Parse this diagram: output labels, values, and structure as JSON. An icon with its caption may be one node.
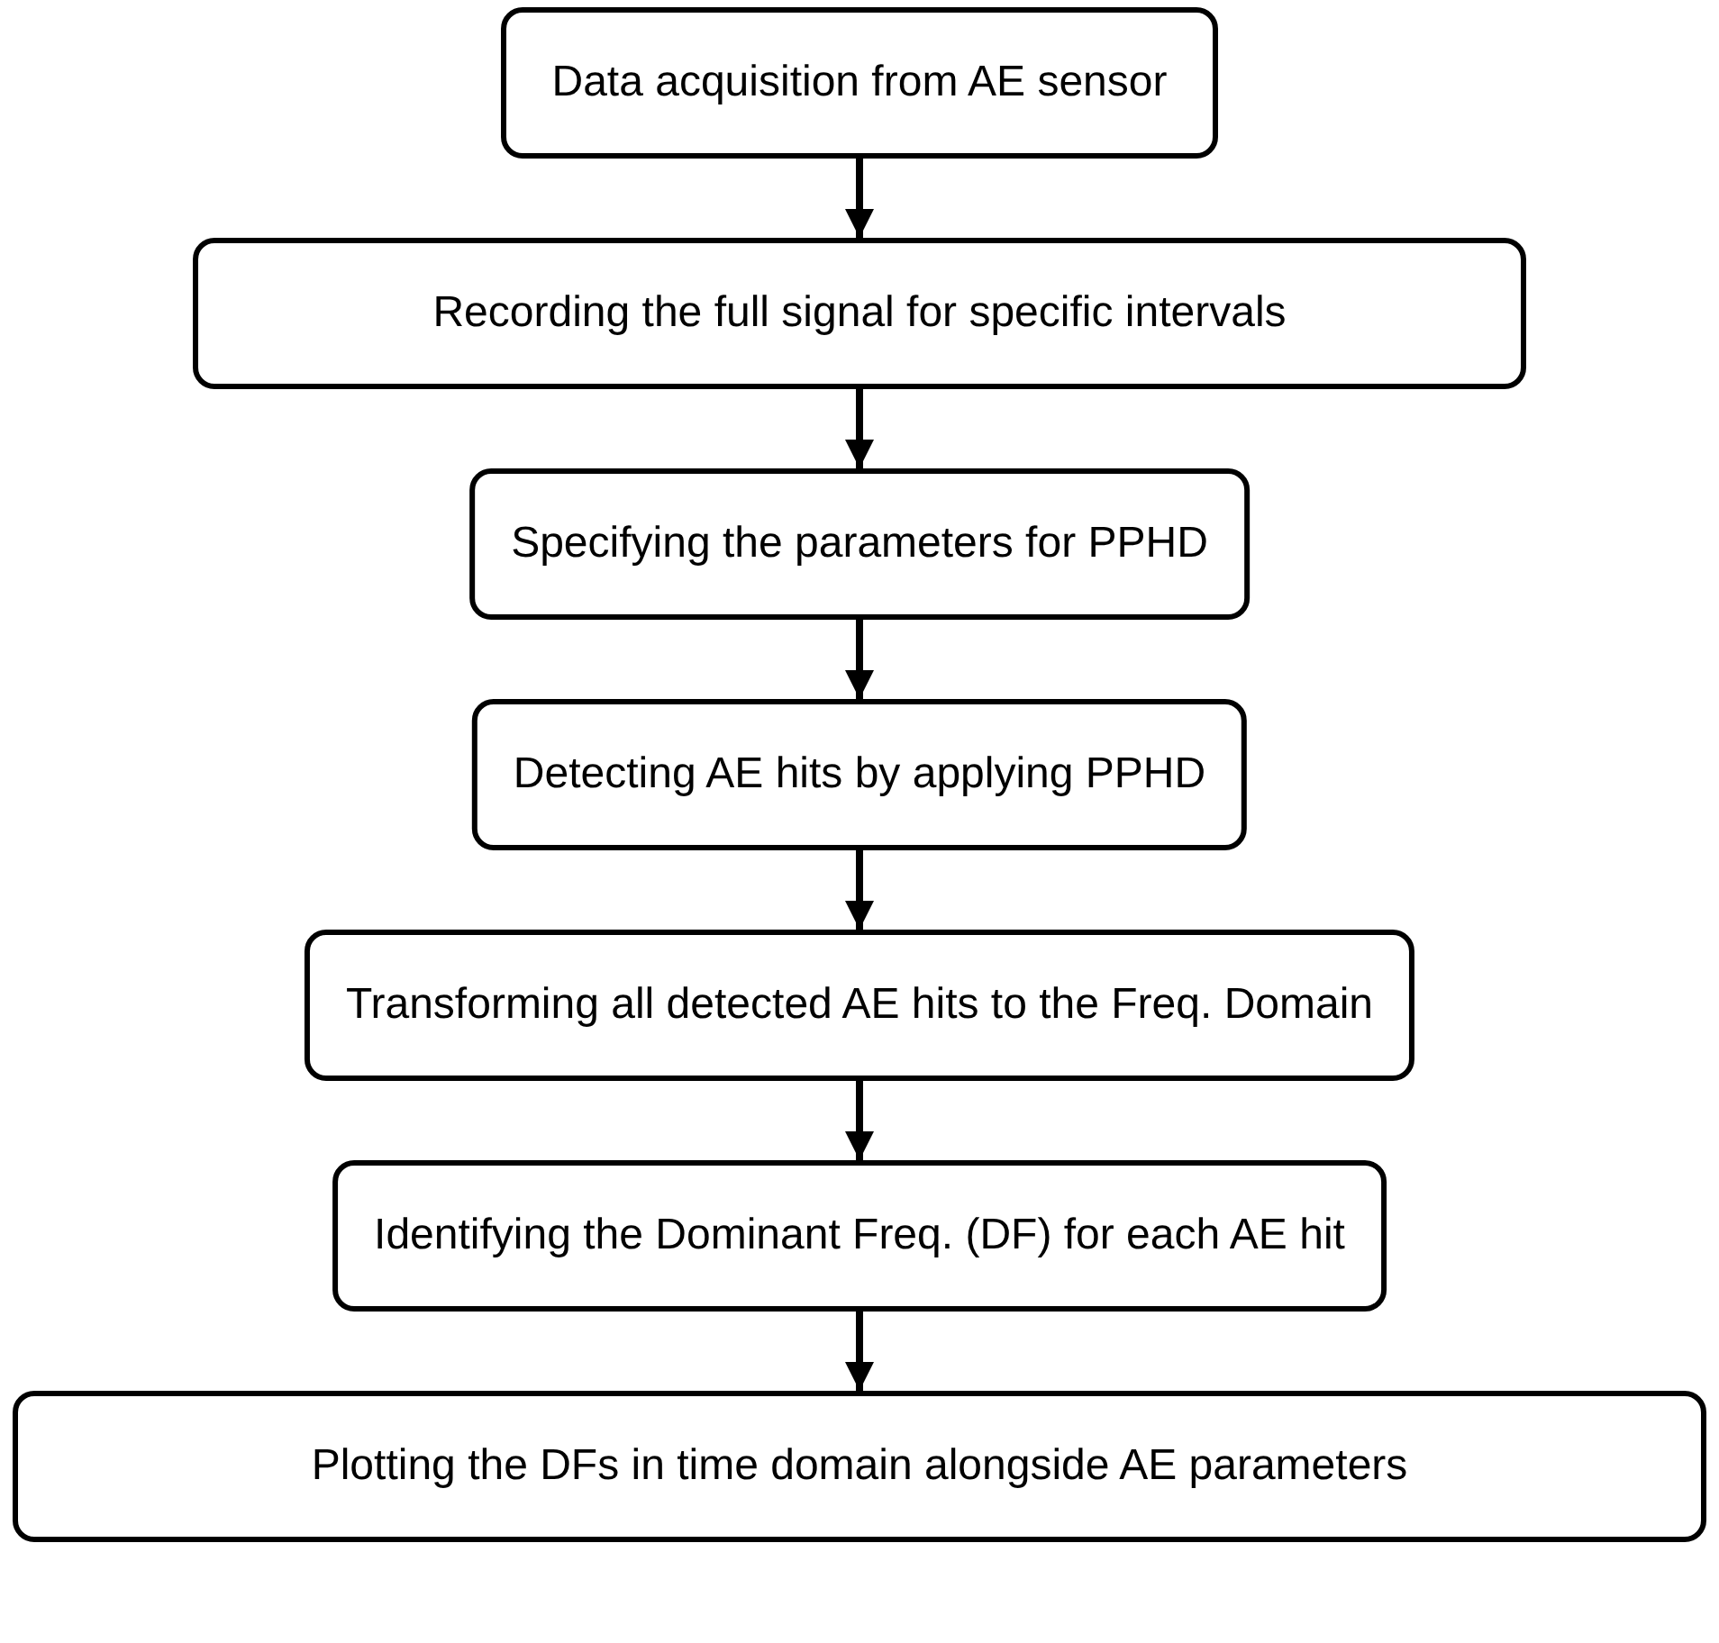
{
  "diagram": {
    "nodes": [
      {
        "text": [
          "Data acquisition from AE sensor"
        ]
      },
      {
        "text": [
          "Recording the full signal for specific intervals"
        ]
      },
      {
        "text": [
          "Specifying the parameters for PPHD"
        ]
      },
      {
        "text": [
          "Detecting AE hits by applying PPHD"
        ]
      },
      {
        "text": [
          "Transforming all detected AE hits to the Freq. Domain"
        ]
      },
      {
        "text": [
          "Identifying the Dominant Freq. (DF) for each AE hit"
        ]
      },
      {
        "text": [
          "Plotting the DFs in time domain alongside AE parameters"
        ]
      }
    ],
    "edges": [
      {
        "from": 0,
        "to": 1,
        "arrow": "to"
      },
      {
        "from": 1,
        "to": 2,
        "arrow": "to"
      },
      {
        "from": 2,
        "to": 3,
        "arrow": "to"
      },
      {
        "from": 3,
        "to": 4,
        "arrow": "to"
      },
      {
        "from": 4,
        "to": 5,
        "arrow": "to"
      },
      {
        "from": 5,
        "to": 6,
        "arrow": "to"
      }
    ]
  }
}
